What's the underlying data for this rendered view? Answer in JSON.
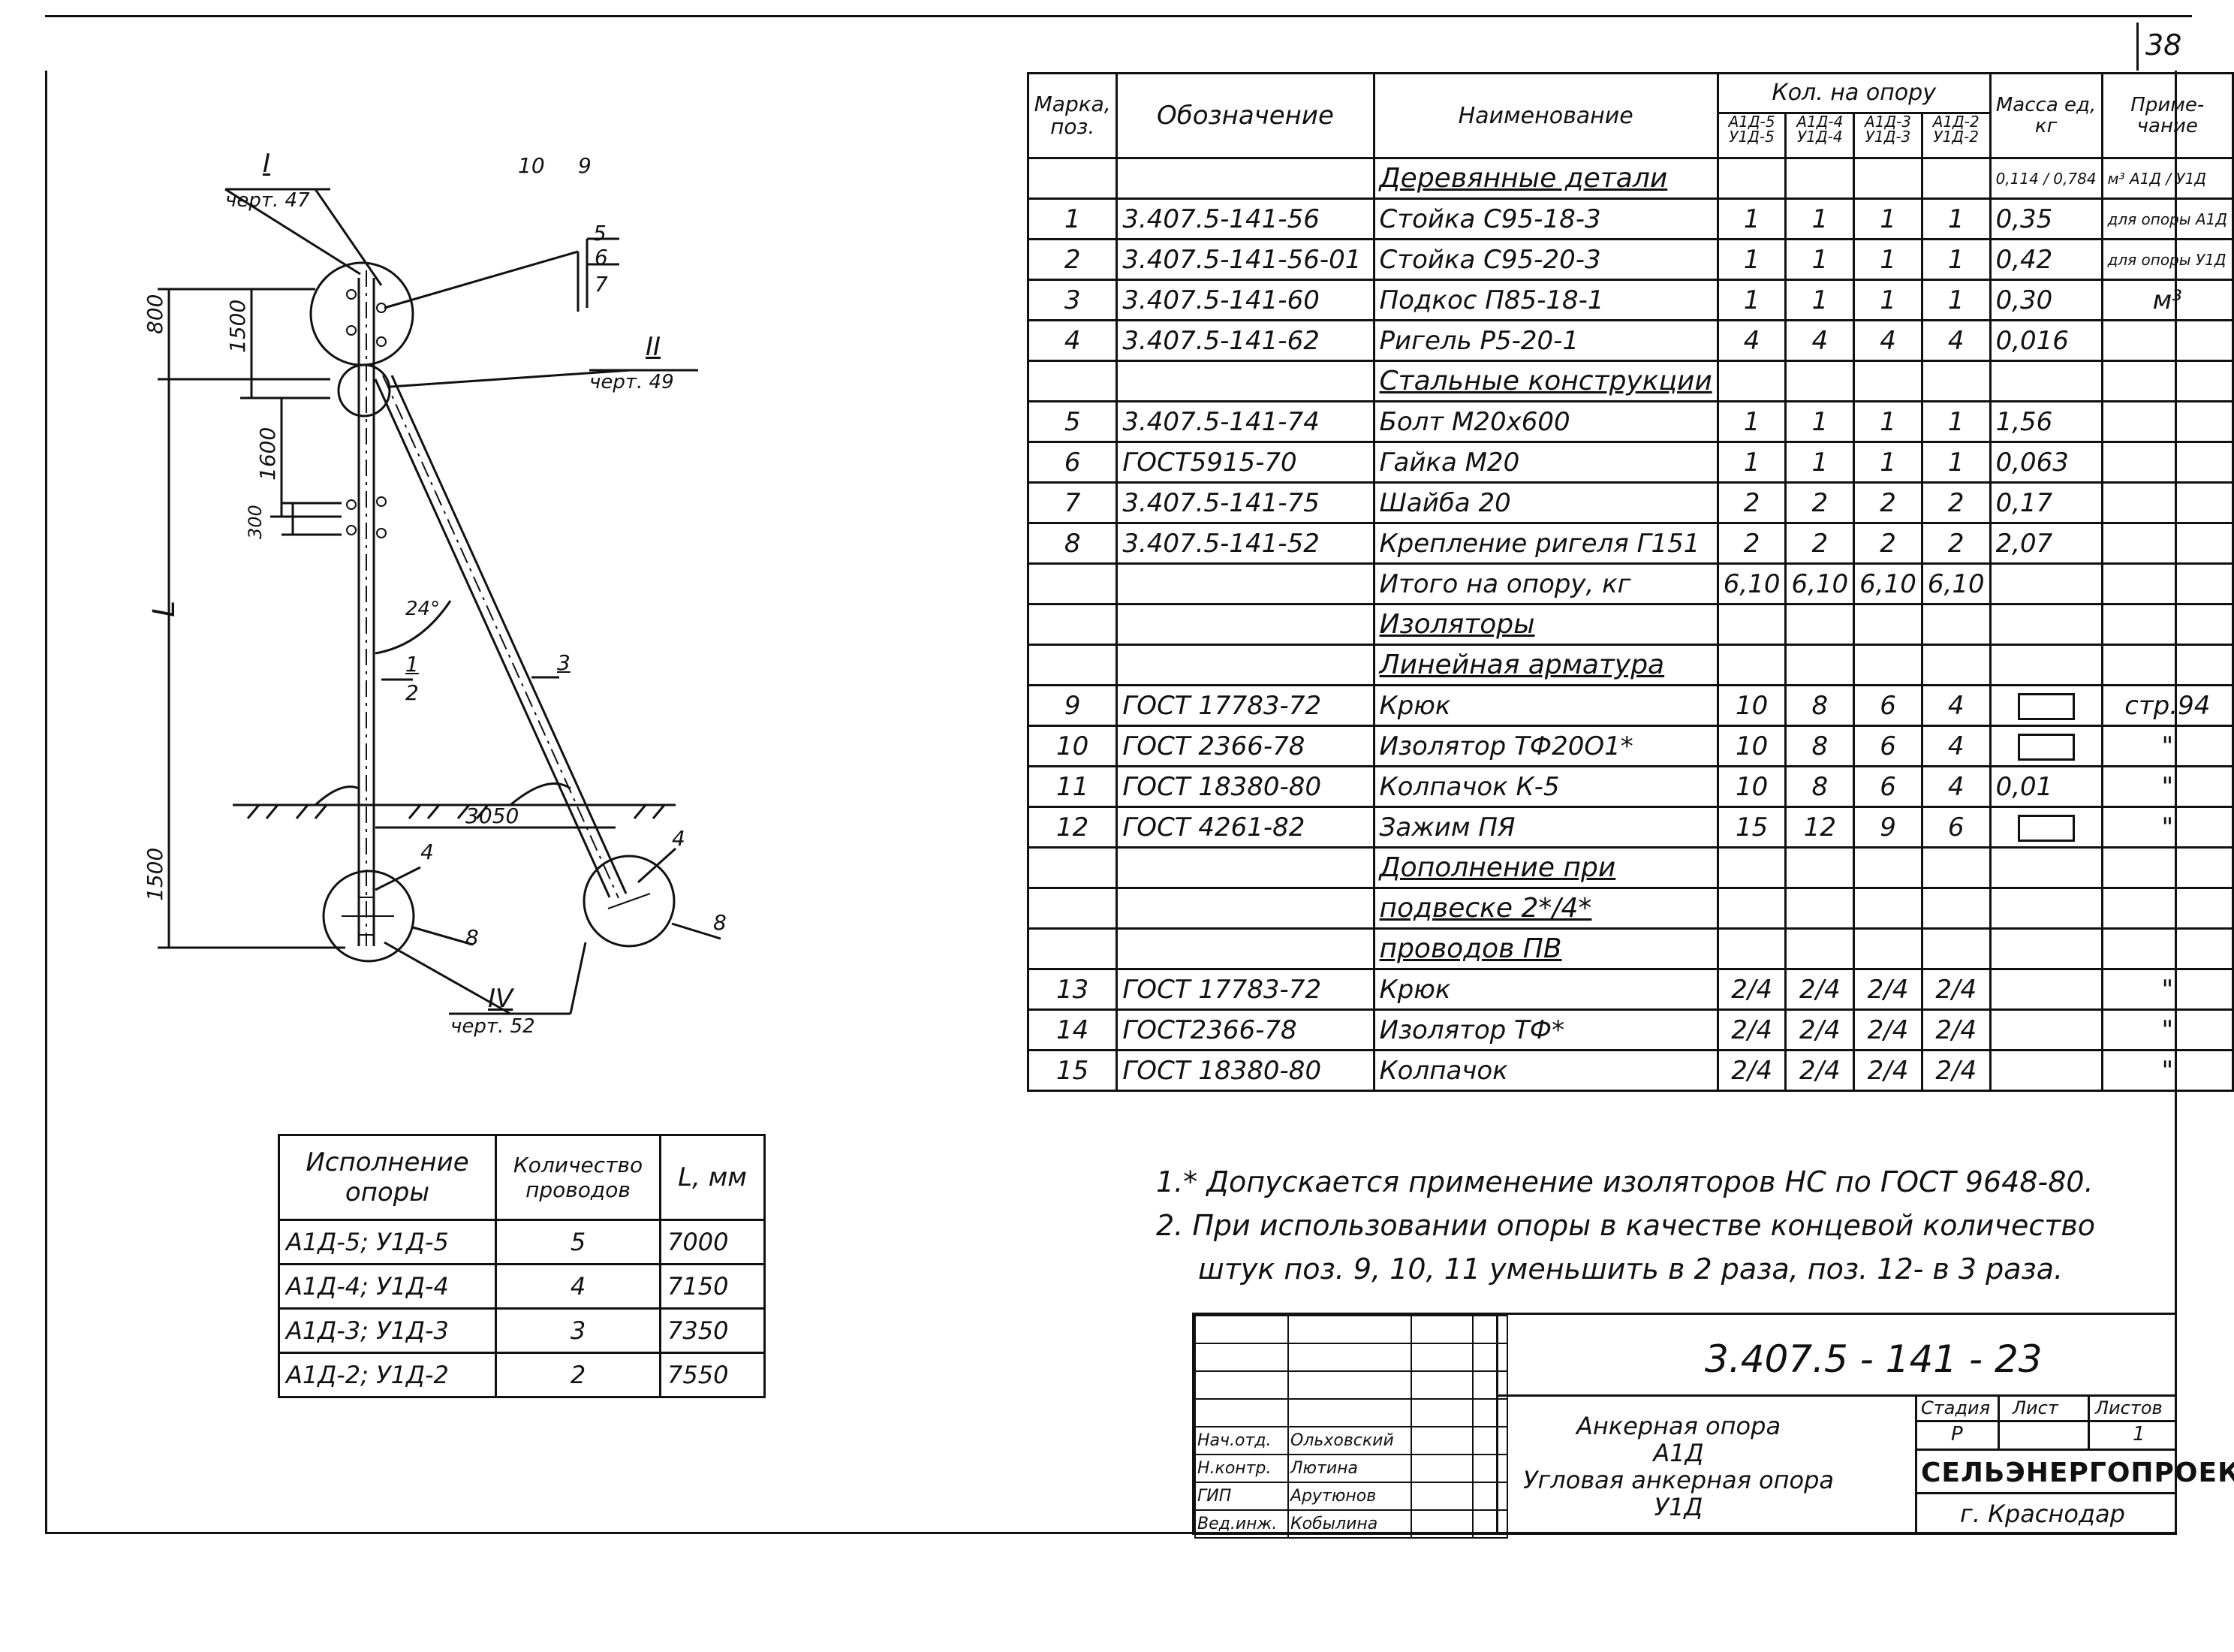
{
  "page_number": "38",
  "drawing": {
    "callout_I": "I",
    "callout_I_ref": "черт. 47",
    "callout_II": "II",
    "callout_II_ref": "черт. 49",
    "callout_IV": "IV",
    "callout_IV_ref": "черт. 52",
    "pos_labels": [
      "10",
      "9",
      "5",
      "6",
      "7",
      "1",
      "2",
      "3",
      "4",
      "4",
      "8",
      "8"
    ],
    "dim_800": "800",
    "dim_1500_top": "1500",
    "dim_1600": "1600",
    "dim_300": "300",
    "dim_L": "L",
    "dim_1500_bottom": "1500",
    "dim_3050": "3050",
    "angle": "24°"
  },
  "spec_table": {
    "headers": {
      "mark": "Марка, поз.",
      "designation": "Обозначение",
      "name": "Наименование",
      "qty": "Кол. на опору",
      "qty_sub": [
        "А1Д-5 У1Д-5",
        "А1Д-4 У1Д-4",
        "А1Д-3 У1Д-3",
        "А1Д-2 У1Д-2"
      ],
      "mass": "Масса ед, кг",
      "note": "Приме- чание"
    },
    "rows": [
      {
        "type": "section",
        "name": "Деревянные детали",
        "mass": "0,114 / 0,784",
        "note": "м³ А1Д / У1Д"
      },
      {
        "pos": "1",
        "des": "3.407.5-141-56",
        "name": "Стойка С95-18-3",
        "q": [
          "1",
          "1",
          "1",
          "1"
        ],
        "mass": "0,35",
        "note": "для опоры А1Д"
      },
      {
        "pos": "2",
        "des": "3.407.5-141-56-01",
        "name": "Стойка С95-20-3",
        "q": [
          "1",
          "1",
          "1",
          "1"
        ],
        "mass": "0,42",
        "note": "для опоры У1Д"
      },
      {
        "pos": "3",
        "des": "3.407.5-141-60",
        "name": "Подкос П85-18-1",
        "q": [
          "1",
          "1",
          "1",
          "1"
        ],
        "mass": "0,30",
        "note": "м³"
      },
      {
        "pos": "4",
        "des": "3.407.5-141-62",
        "name": "Ригель Р5-20-1",
        "q": [
          "4",
          "4",
          "4",
          "4"
        ],
        "mass": "0,016",
        "note": ""
      },
      {
        "type": "section",
        "name": "Стальные конструкции"
      },
      {
        "pos": "5",
        "des": "3.407.5-141-74",
        "name": "Болт М20х600",
        "q": [
          "1",
          "1",
          "1",
          "1"
        ],
        "mass": "1,56",
        "note": ""
      },
      {
        "pos": "6",
        "des": "ГОСТ5915-70",
        "name": "Гайка М20",
        "q": [
          "1",
          "1",
          "1",
          "1"
        ],
        "mass": "0,063",
        "note": ""
      },
      {
        "pos": "7",
        "des": "3.407.5-141-75",
        "name": "Шайба 20",
        "q": [
          "2",
          "2",
          "2",
          "2"
        ],
        "mass": "0,17",
        "note": ""
      },
      {
        "pos": "8",
        "des": "3.407.5-141-52",
        "name": "Крепление ригеля Г151",
        "q": [
          "2",
          "2",
          "2",
          "2"
        ],
        "mass": "2,07",
        "note": ""
      },
      {
        "pos": "",
        "des": "",
        "name": "Итого на опору, кг",
        "q": [
          "6,10",
          "6,10",
          "6,10",
          "6,10"
        ],
        "mass": "",
        "note": ""
      },
      {
        "type": "section",
        "name": "Изоляторы"
      },
      {
        "type": "section",
        "name": "Линейная арматура"
      },
      {
        "pos": "9",
        "des": "ГОСТ 17783-72",
        "name": "Крюк",
        "q": [
          "10",
          "8",
          "6",
          "4"
        ],
        "mass": "box",
        "note": "стр.94"
      },
      {
        "pos": "10",
        "des": "ГОСТ 2366-78",
        "name": "Изолятор ТФ20О1*",
        "q": [
          "10",
          "8",
          "6",
          "4"
        ],
        "mass": "box",
        "note": "\""
      },
      {
        "pos": "11",
        "des": "ГОСТ 18380-80",
        "name": "Колпачок К-5",
        "q": [
          "10",
          "8",
          "6",
          "4"
        ],
        "mass": "0,01",
        "note": "\""
      },
      {
        "pos": "12",
        "des": "ГОСТ 4261-82",
        "name": "Зажим ПЯ",
        "q": [
          "15",
          "12",
          "9",
          "6"
        ],
        "mass": "box",
        "note": "\""
      },
      {
        "type": "section",
        "name": "Дополнение при"
      },
      {
        "type": "section",
        "name": "подвеске 2*/4*"
      },
      {
        "type": "section",
        "name": "проводов ПВ"
      },
      {
        "pos": "13",
        "des": "ГОСТ 17783-72",
        "name": "Крюк",
        "q": [
          "2/4",
          "2/4",
          "2/4",
          "2/4"
        ],
        "mass": "",
        "note": "\""
      },
      {
        "pos": "14",
        "des": "ГОСТ2366-78",
        "name": "Изолятор ТФ*",
        "q": [
          "2/4",
          "2/4",
          "2/4",
          "2/4"
        ],
        "mass": "",
        "note": "\""
      },
      {
        "pos": "15",
        "des": "ГОСТ 18380-80",
        "name": "Колпачок",
        "q": [
          "2/4",
          "2/4",
          "2/4",
          "2/4"
        ],
        "mass": "",
        "note": "\""
      }
    ]
  },
  "exec_table": {
    "headers": [
      "Исполнение опоры",
      "Количество проводов",
      "L, мм"
    ],
    "rows": [
      [
        "А1Д-5; У1Д-5",
        "5",
        "7000"
      ],
      [
        "А1Д-4; У1Д-4",
        "4",
        "7150"
      ],
      [
        "А1Д-3; У1Д-3",
        "3",
        "7350"
      ],
      [
        "А1Д-2; У1Д-2",
        "2",
        "7550"
      ]
    ]
  },
  "notes": [
    "1.* Допускается применение изоляторов НС по ГОСТ 9648-80.",
    "2. При использовании опоры в качестве концевой количество",
    "штук поз. 9, 10, 11 уменьшить в 2 раза, поз. 12- в 3 раза."
  ],
  "stamp": {
    "doc_number": "3.407.5 - 141 - 23",
    "roles": [
      {
        "role": "Нач.отд.",
        "name": "Ольховский"
      },
      {
        "role": "Н.контр.",
        "name": "Лютина"
      },
      {
        "role": "ГИП",
        "name": "Арутюнов"
      },
      {
        "role": "Вед.инж.",
        "name": "Кобылина"
      }
    ],
    "title_lines": [
      "Анкерная опора",
      "А1Д",
      "Угловая анкерная опора",
      "У1Д"
    ],
    "stage_label": "Стадия",
    "sheet_label": "Лист",
    "sheets_label": "Листов",
    "stage": "Р",
    "sheets": "1",
    "org": "СЕЛЬЭНЕРГОПРОЕКТ",
    "city": "г. Краснодар"
  }
}
